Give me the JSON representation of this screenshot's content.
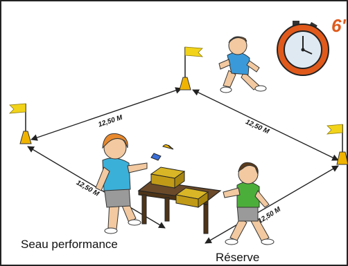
{
  "distances": {
    "top_left": "12,50 M",
    "top_right": "12,50 M",
    "bottom_left": "12,50 M",
    "bottom_right": "12,50 M"
  },
  "timer": {
    "label": "6'"
  },
  "captions": {
    "bucket": "Seau performance",
    "reserve": "Réserve"
  },
  "colors": {
    "flag": "#f2d31a",
    "cone": "#f0b400",
    "timer_ring": "#e05a1c",
    "timer_label": "#e05a1c",
    "table": "#6b4a2a",
    "crate": "#d9b626"
  }
}
